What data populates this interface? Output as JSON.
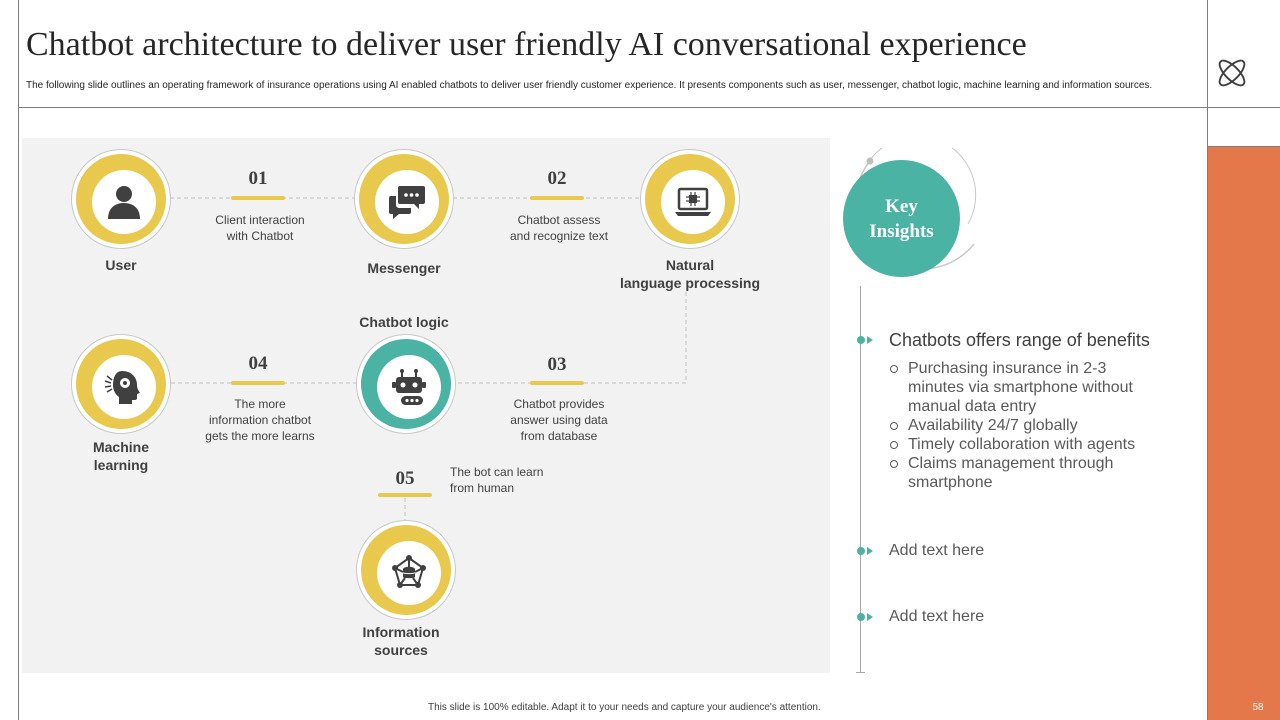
{
  "header": {
    "title": "Chatbot architecture to deliver user friendly AI conversational experience",
    "subtitle": "The following slide outlines an operating framework of insurance operations using AI enabled chatbots to deliver user friendly customer experience. It presents components such as user, messenger, chatbot logic, machine learning and information sources."
  },
  "diagram": {
    "nodes": {
      "user": {
        "label": "User",
        "icon": "user-icon"
      },
      "messenger": {
        "label": "Messenger",
        "icon": "chat-bubbles-icon"
      },
      "nlp": {
        "label_line1": "Natural",
        "label_line2": "language processing",
        "icon": "laptop-chip-icon"
      },
      "chatbot_logic": {
        "label": "Chatbot logic",
        "icon": "robot-icon"
      },
      "machine_learning": {
        "label_line1": "Machine",
        "label_line2": "learning",
        "icon": "head-brain-icon"
      },
      "information_sources": {
        "label_line1": "Information",
        "label_line2": "sources",
        "icon": "network-database-icon"
      }
    },
    "steps": [
      {
        "number": "01",
        "line1": "Client interaction",
        "line2": "with Chatbot"
      },
      {
        "number": "02",
        "line1": "Chatbot assess",
        "line2": "and recognize text"
      },
      {
        "number": "03",
        "line1": "Chatbot provides",
        "line2": "answer using data",
        "line3": "from database"
      },
      {
        "number": "04",
        "line1": "The more",
        "line2": "information chatbot",
        "line3": "gets the more learns"
      },
      {
        "number": "05",
        "line1": "The bot can learn",
        "line2": "from human"
      }
    ]
  },
  "insights": {
    "title_line1": "Key",
    "title_line2": "Insights",
    "points": [
      {
        "heading": "Chatbots offers range of benefits",
        "sub": [
          "Purchasing insurance in 2-3 minutes via smartphone without manual data entry",
          "Availability 24/7 globally",
          "Timely collaboration with agents",
          "Claims management through smartphone"
        ]
      },
      {
        "text": "Add text here"
      },
      {
        "text": "Add text here"
      }
    ]
  },
  "footer": {
    "text": "This slide is 100% editable. Adapt it to your needs and capture your audience's attention."
  },
  "page_number": "58",
  "colors": {
    "accent_yellow": "#e8c84d",
    "accent_teal": "#4bb3a4",
    "accent_orange": "#e5784a",
    "panel_gray": "#f2f2f2"
  }
}
